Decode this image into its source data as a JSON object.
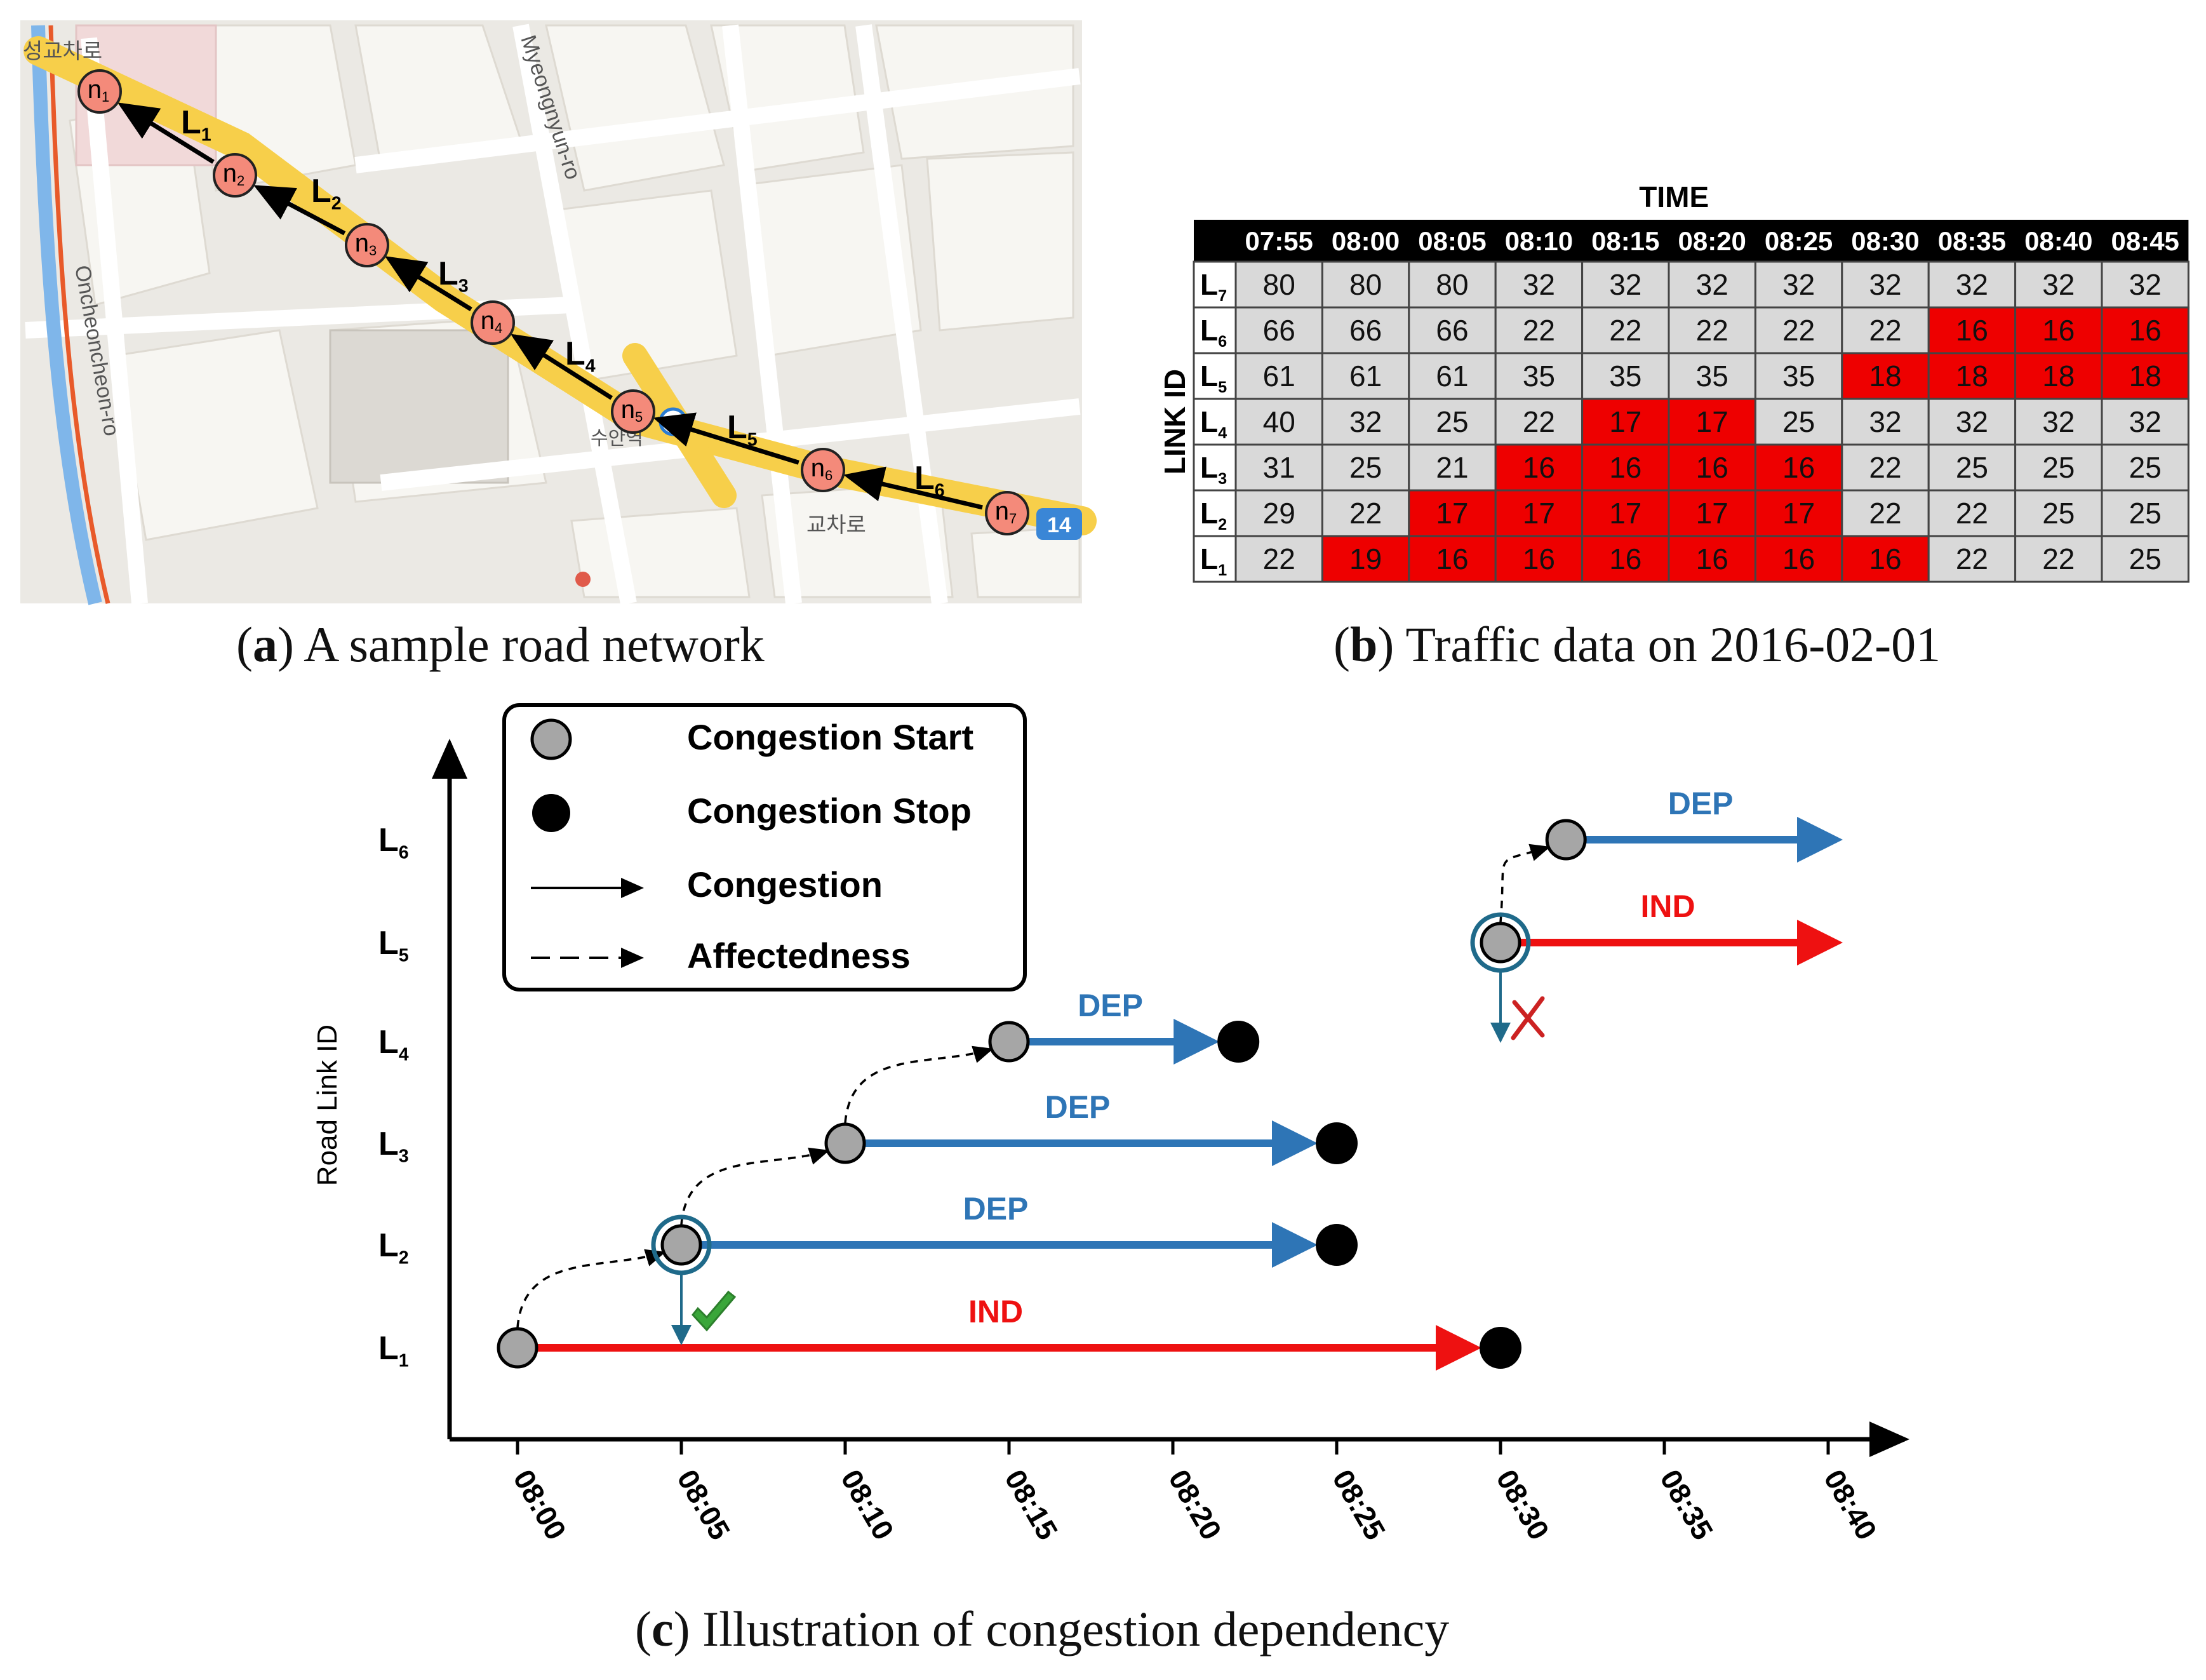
{
  "panel_a": {
    "caption_letter": "a",
    "caption_text": "A sample road network",
    "street_labels": [
      "성교차로",
      "Myeongnyun-ro",
      "Oncheoncheon-ro",
      "교차로",
      "수안역"
    ],
    "route_badge": "14",
    "nodes": [
      {
        "id": "n1",
        "sub": "1",
        "label": "n"
      },
      {
        "id": "n2",
        "sub": "2",
        "label": "n"
      },
      {
        "id": "n3",
        "sub": "3",
        "label": "n"
      },
      {
        "id": "n4",
        "sub": "4",
        "label": "n"
      },
      {
        "id": "n5",
        "sub": "5",
        "label": "n"
      },
      {
        "id": "n6",
        "sub": "6",
        "label": "n"
      },
      {
        "id": "n7",
        "sub": "7",
        "label": "n"
      }
    ],
    "links": [
      {
        "label": "L",
        "sub": "1"
      },
      {
        "label": "L",
        "sub": "2"
      },
      {
        "label": "L",
        "sub": "3"
      },
      {
        "label": "L",
        "sub": "4"
      },
      {
        "label": "L",
        "sub": "5"
      },
      {
        "label": "L",
        "sub": "6"
      }
    ]
  },
  "panel_b": {
    "caption_letter": "b",
    "caption_text": "Traffic data on 2016-02-01",
    "time_label": "TIME",
    "row_axis_label": "LINK ID",
    "times": [
      "07:55",
      "08:00",
      "08:05",
      "08:10",
      "08:15",
      "08:20",
      "08:25",
      "08:30",
      "08:35",
      "08:40",
      "08:45"
    ],
    "rows": [
      {
        "link": "L",
        "sub": "7",
        "values": [
          80,
          80,
          80,
          32,
          32,
          32,
          32,
          32,
          32,
          32,
          32
        ],
        "congested": [
          0,
          0,
          0,
          0,
          0,
          0,
          0,
          0,
          0,
          0,
          0
        ]
      },
      {
        "link": "L",
        "sub": "6",
        "values": [
          66,
          66,
          66,
          22,
          22,
          22,
          22,
          22,
          16,
          16,
          16
        ],
        "congested": [
          0,
          0,
          0,
          0,
          0,
          0,
          0,
          0,
          1,
          1,
          1
        ]
      },
      {
        "link": "L",
        "sub": "5",
        "values": [
          61,
          61,
          61,
          35,
          35,
          35,
          35,
          18,
          18,
          18,
          18
        ],
        "congested": [
          0,
          0,
          0,
          0,
          0,
          0,
          0,
          1,
          1,
          1,
          1
        ]
      },
      {
        "link": "L",
        "sub": "4",
        "values": [
          40,
          32,
          25,
          22,
          17,
          17,
          25,
          32,
          32,
          32,
          32
        ],
        "congested": [
          0,
          0,
          0,
          0,
          1,
          1,
          0,
          0,
          0,
          0,
          0
        ]
      },
      {
        "link": "L",
        "sub": "3",
        "values": [
          31,
          25,
          21,
          16,
          16,
          16,
          16,
          22,
          25,
          25,
          25
        ],
        "congested": [
          0,
          0,
          0,
          1,
          1,
          1,
          1,
          0,
          0,
          0,
          0
        ]
      },
      {
        "link": "L",
        "sub": "2",
        "values": [
          29,
          22,
          17,
          17,
          17,
          17,
          17,
          22,
          22,
          25,
          25
        ],
        "congested": [
          0,
          0,
          1,
          1,
          1,
          1,
          1,
          0,
          0,
          0,
          0
        ]
      },
      {
        "link": "L",
        "sub": "1",
        "values": [
          22,
          19,
          16,
          16,
          16,
          16,
          16,
          16,
          22,
          22,
          25
        ],
        "congested": [
          0,
          1,
          1,
          1,
          1,
          1,
          1,
          1,
          0,
          0,
          0
        ]
      }
    ],
    "colors": {
      "congested": "#ee0000",
      "normal": "#d9d9d9",
      "header": "#000000"
    }
  },
  "panel_c": {
    "caption_letter": "c",
    "caption_text": "Illustration of congestion dependency",
    "y_axis_label": "Road Link ID",
    "y_ticks": [
      {
        "label": "L",
        "sub": "1"
      },
      {
        "label": "L",
        "sub": "2"
      },
      {
        "label": "L",
        "sub": "3"
      },
      {
        "label": "L",
        "sub": "4"
      },
      {
        "label": "L",
        "sub": "5"
      },
      {
        "label": "L",
        "sub": "6"
      }
    ],
    "x_ticks": [
      "08:00",
      "08:05",
      "08:10",
      "08:15",
      "08:20",
      "08:25",
      "08:30",
      "08:35",
      "08:40"
    ],
    "legend": {
      "start": "Congestion Start",
      "stop": "Congestion Stop",
      "congestion": "Congestion",
      "affectedness": "Affectedness"
    },
    "dep_label": "DEP",
    "ind_label": "IND",
    "colors": {
      "dep": "#2e75b6",
      "ind": "#ee1111",
      "start_fill": "#a6a6a6",
      "stop_fill": "#000000",
      "ring": "#1f6a8a",
      "check": "#3aa63a",
      "cross": "#cc2222"
    },
    "chart_data": {
      "type": "timeline",
      "x_unit": "time of day",
      "intervals": [
        {
          "link": "L1",
          "start": "08:00",
          "stop": "08:30",
          "kind": "IND"
        },
        {
          "link": "L2",
          "start": "08:05",
          "stop": "08:25",
          "kind": "DEP",
          "affected_by": "L1"
        },
        {
          "link": "L3",
          "start": "08:10",
          "stop": "08:25",
          "kind": "DEP",
          "affected_by": "L2"
        },
        {
          "link": "L4",
          "start": "08:15",
          "stop": "08:22",
          "kind": "DEP",
          "affected_by": "L3"
        },
        {
          "link": "L5",
          "start": "08:30",
          "stop": null,
          "kind": "IND"
        },
        {
          "link": "L6",
          "start": "08:32",
          "stop": null,
          "kind": "DEP",
          "affected_by": "L5"
        }
      ]
    }
  }
}
